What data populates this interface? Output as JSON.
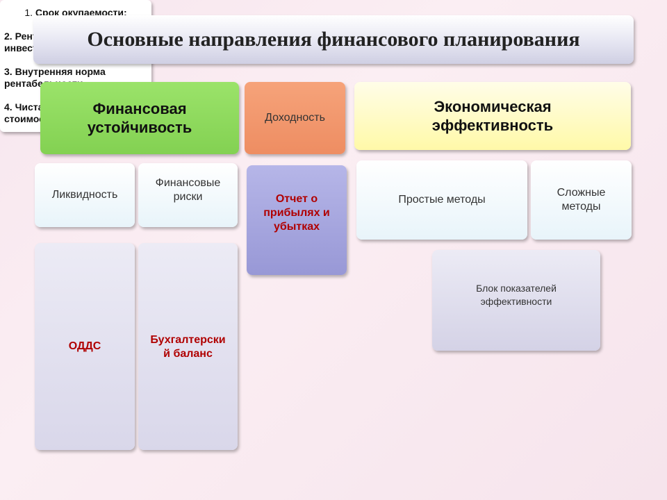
{
  "title": "Основные направления финансового планирования",
  "directions": {
    "financial_stability": "Финансовая устойчивость",
    "profitability": "Доходность",
    "economic_efficiency": "Экономическая эффективность"
  },
  "sub": {
    "liquidity": "Ликвидность",
    "financial_risks": "Финансовые риски",
    "simple_methods": "Простые методы",
    "complex_methods": "Сложные методы",
    "profit_report": "Отчет о прибылях и убытках",
    "oddc": "ОДДС",
    "balance": "Бухгалтерский баланс",
    "indicator_block": "Блок показателей эффективности"
  },
  "indicators": [
    {
      "num": "1.",
      "text": "Срок окупаемости;"
    },
    {
      "num": "2.",
      "text": "Рентабельность инвестиций;"
    },
    {
      "num": "3.",
      "text": "Внутренняя норма рентабельности;"
    },
    {
      "num": "4.",
      "text": "Чистая текущая стоимость;"
    }
  ]
}
